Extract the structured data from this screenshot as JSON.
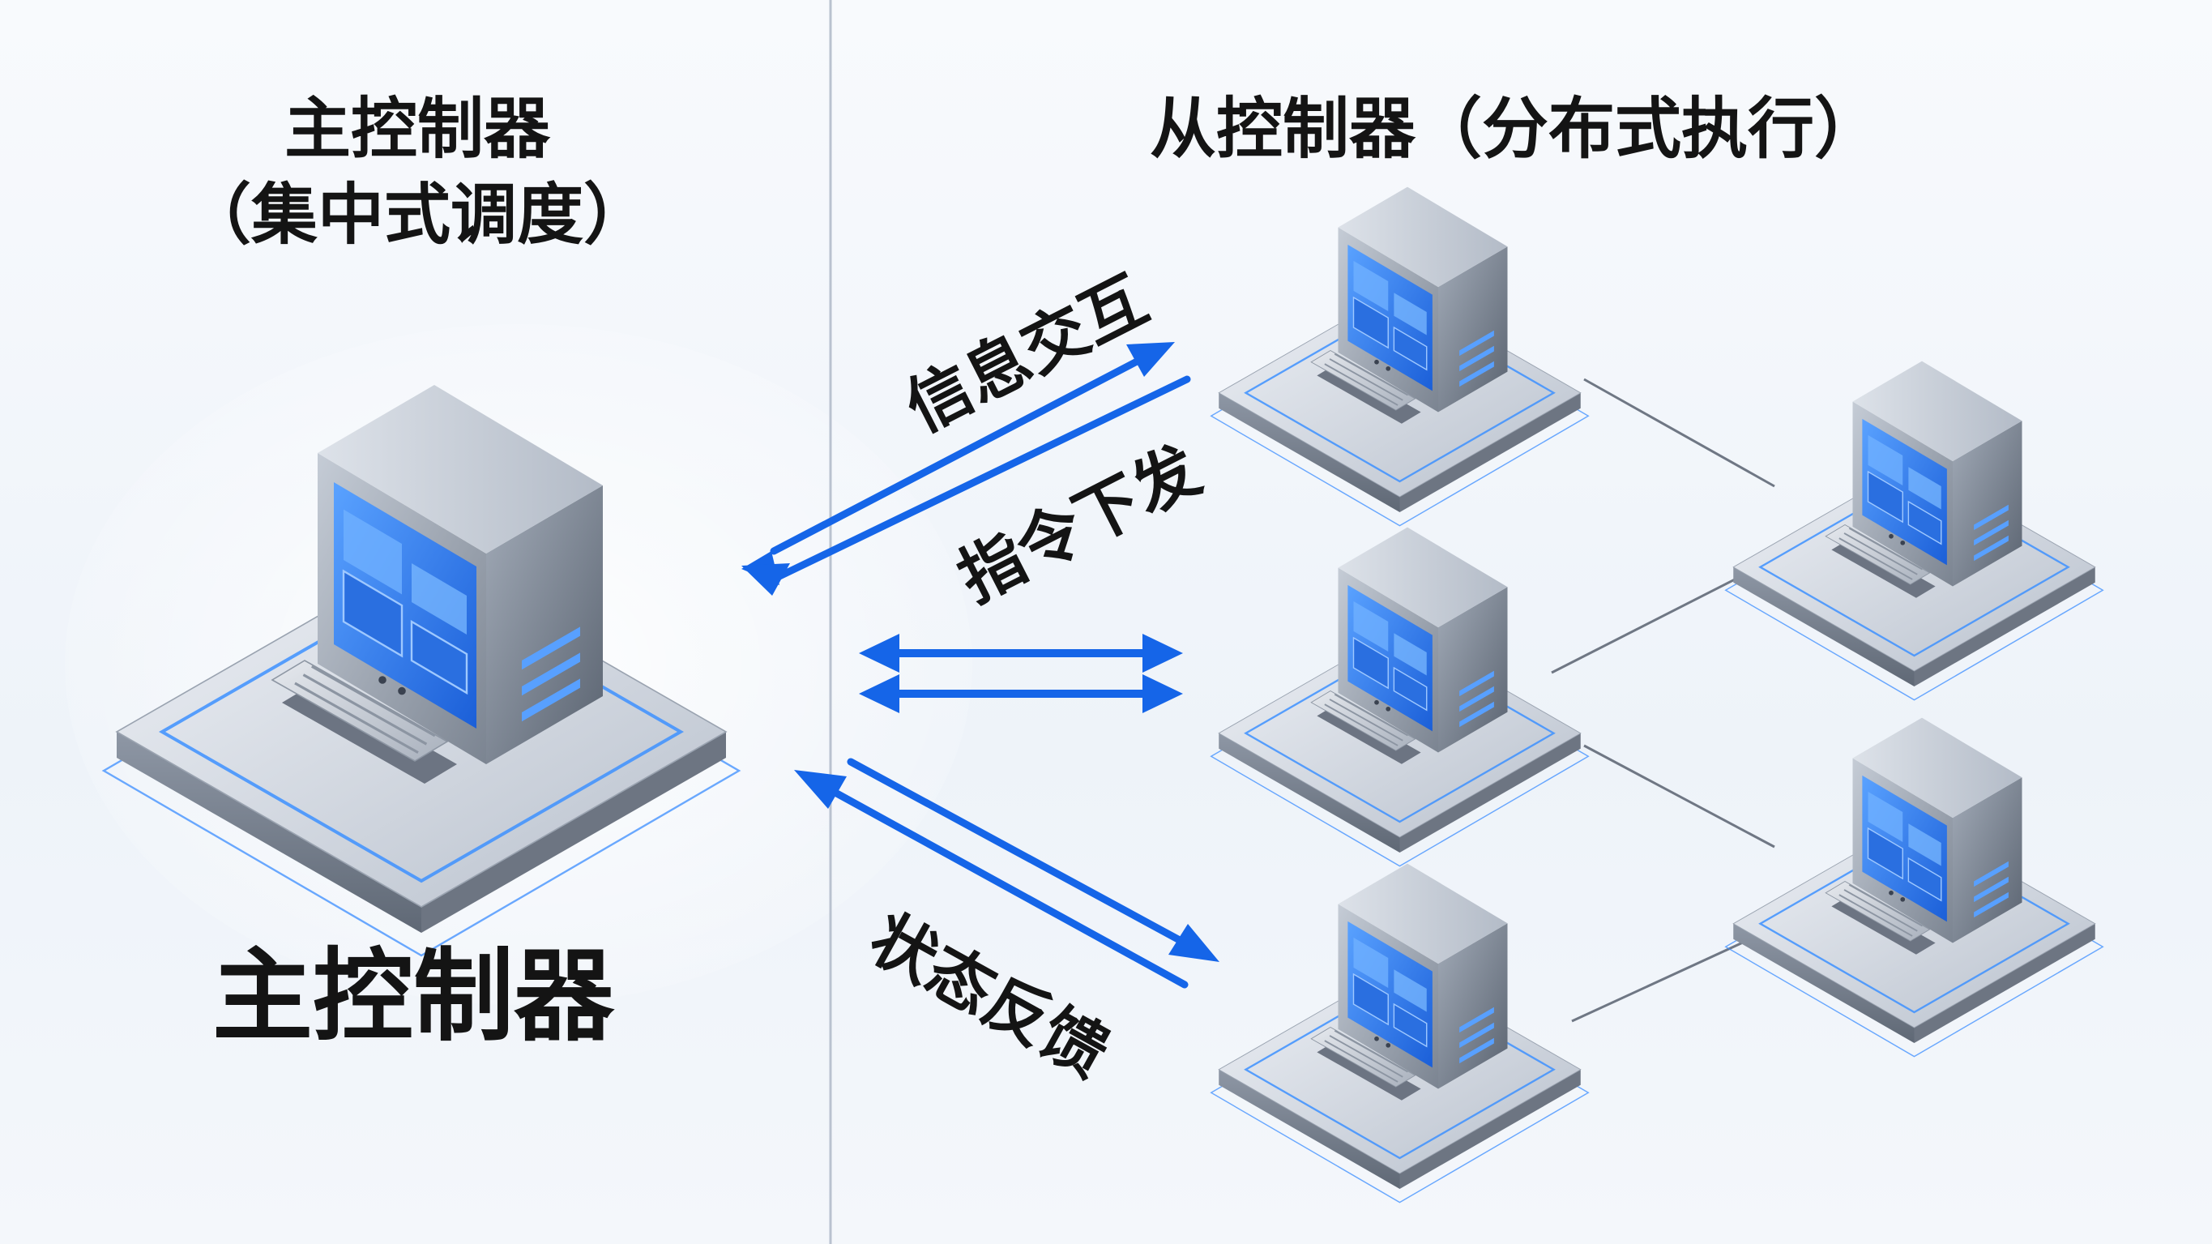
{
  "diagram": {
    "left_title_line1": "主控制器",
    "left_title_line2": "（集中式调度）",
    "right_title": "从控制器（分布式执行）",
    "main_node_label": "主控制器",
    "arrows": {
      "info_exchange": "信息交互",
      "command_dispatch": "指令下发",
      "status_feedback": "状态反馈"
    }
  },
  "colors": {
    "arrow_blue": "#1565e8",
    "screen_blue": "#3b86f2",
    "glow_blue": "#3a8cff",
    "divider_gray": "#b9c2cf",
    "connector_gray": "#6f7784"
  }
}
